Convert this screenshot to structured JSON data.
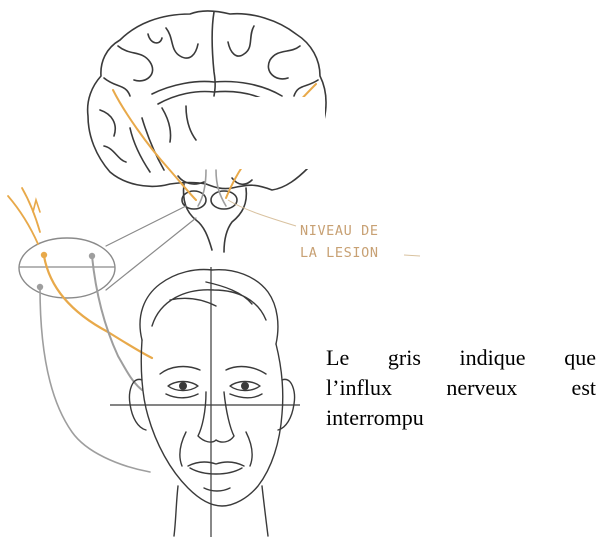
{
  "colors": {
    "line_dark": "#3a3a3a",
    "line_light": "#8a8a8a",
    "nerve_active": "#e8a94a",
    "nerve_interrupted": "#9e9e9e",
    "label": "#c8a174",
    "caption_text": "#000000"
  },
  "lesion_label": {
    "line1": "NIVEAU DE",
    "line2": "LA LESION"
  },
  "caption": {
    "line1": "Le gris indique que",
    "line2": "l’influx nerveux est",
    "line3": "interrompu"
  }
}
